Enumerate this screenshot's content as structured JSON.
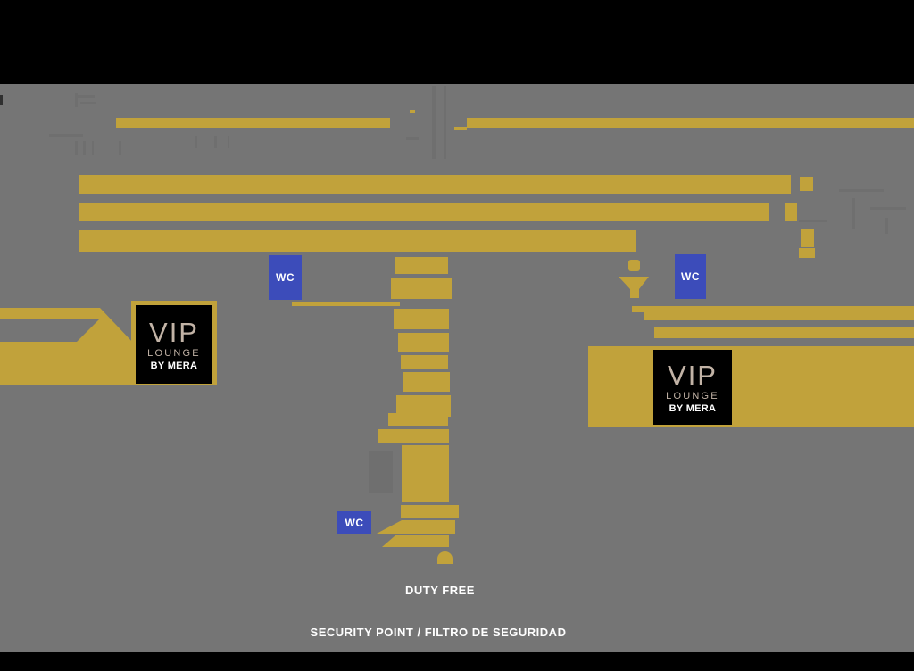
{
  "map": {
    "title_area": "airport-terminal-level-map",
    "labels": {
      "duty_free": "DUTY FREE",
      "security_point": "SECURITY POINT / FILTRO DE SEGURIDAD",
      "wc": "WC"
    },
    "vip_lounge": {
      "line1": "VIP",
      "line2": "LOUNGE",
      "line3": "BY MERA"
    },
    "colors": {
      "background": "#757575",
      "gold": "#C1A23B",
      "wc_blue": "#3C4CBA",
      "vip_text": "#C2B3A6",
      "label_text": "#FFFFFF",
      "frame_black": "#000000"
    },
    "icons": {
      "person": "person-icon",
      "security_gate": "security-gate-arch-icon",
      "wc_sign": "wc-sign"
    }
  }
}
